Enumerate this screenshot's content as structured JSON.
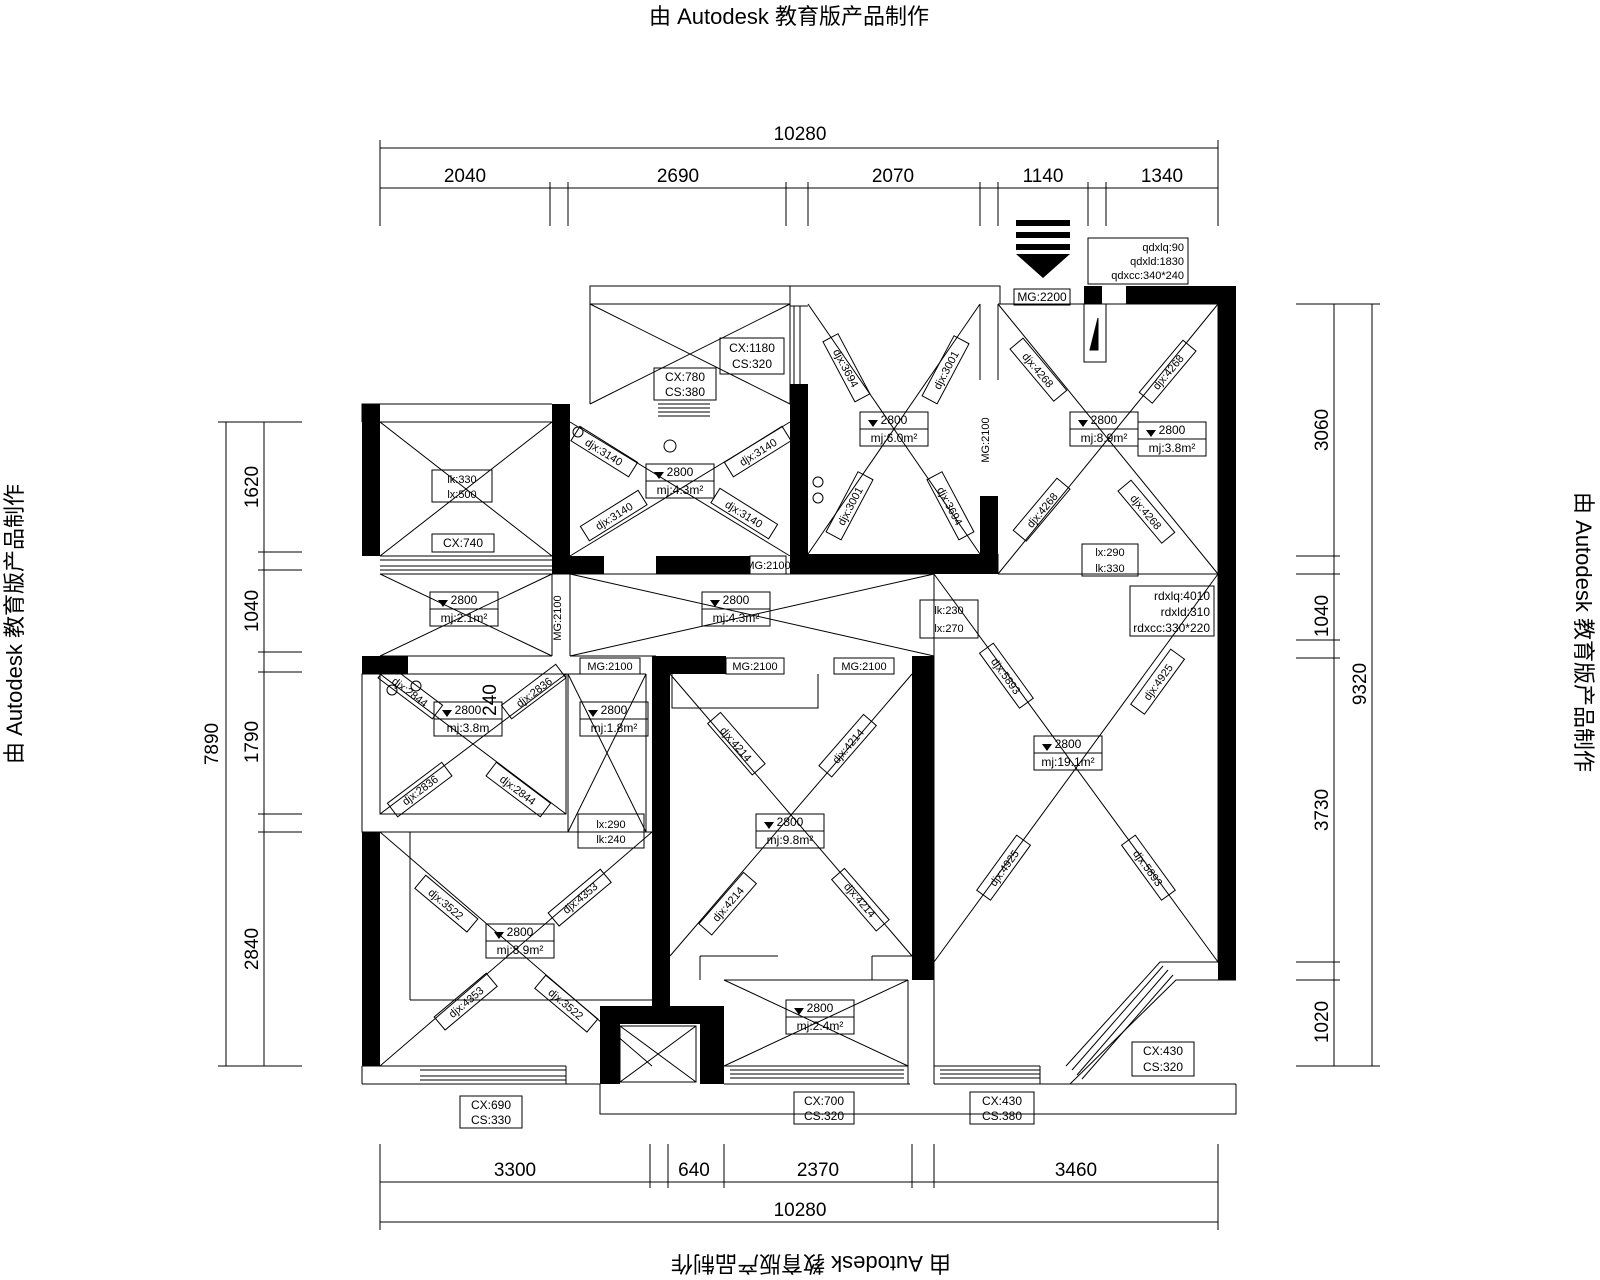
{
  "watermark": "由 Autodesk 教育版产品制作",
  "dims": {
    "top_total": "10280",
    "top": [
      "2040",
      "2690",
      "2070",
      "1140",
      "1340"
    ],
    "bottom": [
      "3300",
      "640",
      "2370",
      "3460"
    ],
    "bottom_total": "10280",
    "left_total": "7890",
    "left": [
      "1620",
      "1040",
      "1790",
      "2840"
    ],
    "right_total": "9320",
    "right": [
      "3060",
      "1040",
      "3730",
      "1020"
    ]
  },
  "door_tags": {
    "entry": "MG:2200",
    "d1": "MG:2100",
    "d2": "MG:2100",
    "d3": "MG:2100",
    "d4": "MG:2100",
    "d5": "MG:2100",
    "d6": "MG:2100"
  },
  "tags": {
    "cx1180": "CX:1180",
    "cs320a": "CS:320",
    "cx780": "CX:780",
    "cs380a": "CS:380",
    "lk330": "lk:330",
    "lx500": "lx:500",
    "cx740": "CX:740",
    "lx290a": "lx:290",
    "lk330b": "lk:330",
    "lk230": "lk:230",
    "lx270": "lx:270",
    "lx290b": "lx:290",
    "lk240": "lk:240",
    "v240": "240",
    "cx690": "CX:690",
    "cs330": "CS:330",
    "cx700": "CX:700",
    "cs320b": "CS:320",
    "cx430a": "CX:430",
    "cs380b": "CS:380",
    "cx430b": "CX:430",
    "cs320c": "CS:320"
  },
  "info": {
    "qd": [
      "qdxlq:90",
      "qdxld:1830",
      "qdxcc:340*240"
    ],
    "rd": [
      "rdxlq:4010",
      "rdxld:310",
      "rdxcc:330*220"
    ]
  },
  "rooms": [
    {
      "h": "2800",
      "area": "mj:6.0m²"
    },
    {
      "h": "2800",
      "area": "mj:8.9m²"
    },
    {
      "h": "2800",
      "area": "mj:3.8m²"
    },
    {
      "h": "2800",
      "area": "mj:4.3m²"
    },
    {
      "h": "2800",
      "area": "mj:2.1m²"
    },
    {
      "h": "2800",
      "area": "mj:4.3m²"
    },
    {
      "h": "2800",
      "area": "mj:3.8m"
    },
    {
      "h": "2800",
      "area": "mj:1.8m²"
    },
    {
      "h": "2800",
      "area": "mj:9.8m²"
    },
    {
      "h": "2800",
      "area": "mj:19.1m²"
    },
    {
      "h": "2800",
      "area": "mj:8.9m²"
    },
    {
      "h": "2800",
      "area": "mj:2.4m²"
    }
  ],
  "diagonals": {
    "a1": "djx:3694",
    "a2": "djx:3001",
    "a3": "djx:3001",
    "a4": "djx:3694",
    "b1": "djx:4268",
    "b2": "djx:4268",
    "b3": "djx:4268",
    "b4": "djx:4268",
    "c1": "djx:3140",
    "c2": "djx:3140",
    "c3": "djx:3140",
    "c4": "djx:3140",
    "d1": "djx:2844",
    "d2": "djx:2836",
    "d3": "djx:2836",
    "d4": "djx:2844",
    "e1": "djx:4214",
    "e2": "djx:4214",
    "e3": "djx:4214",
    "e4": "djx:4214",
    "f1": "djx:5893",
    "f2": "djx:4925",
    "f3": "djx:4925",
    "f4": "djx:5893",
    "g1": "djx:3522",
    "g2": "djx:4353",
    "g3": "djx:4353",
    "g4": "djx:3522"
  }
}
